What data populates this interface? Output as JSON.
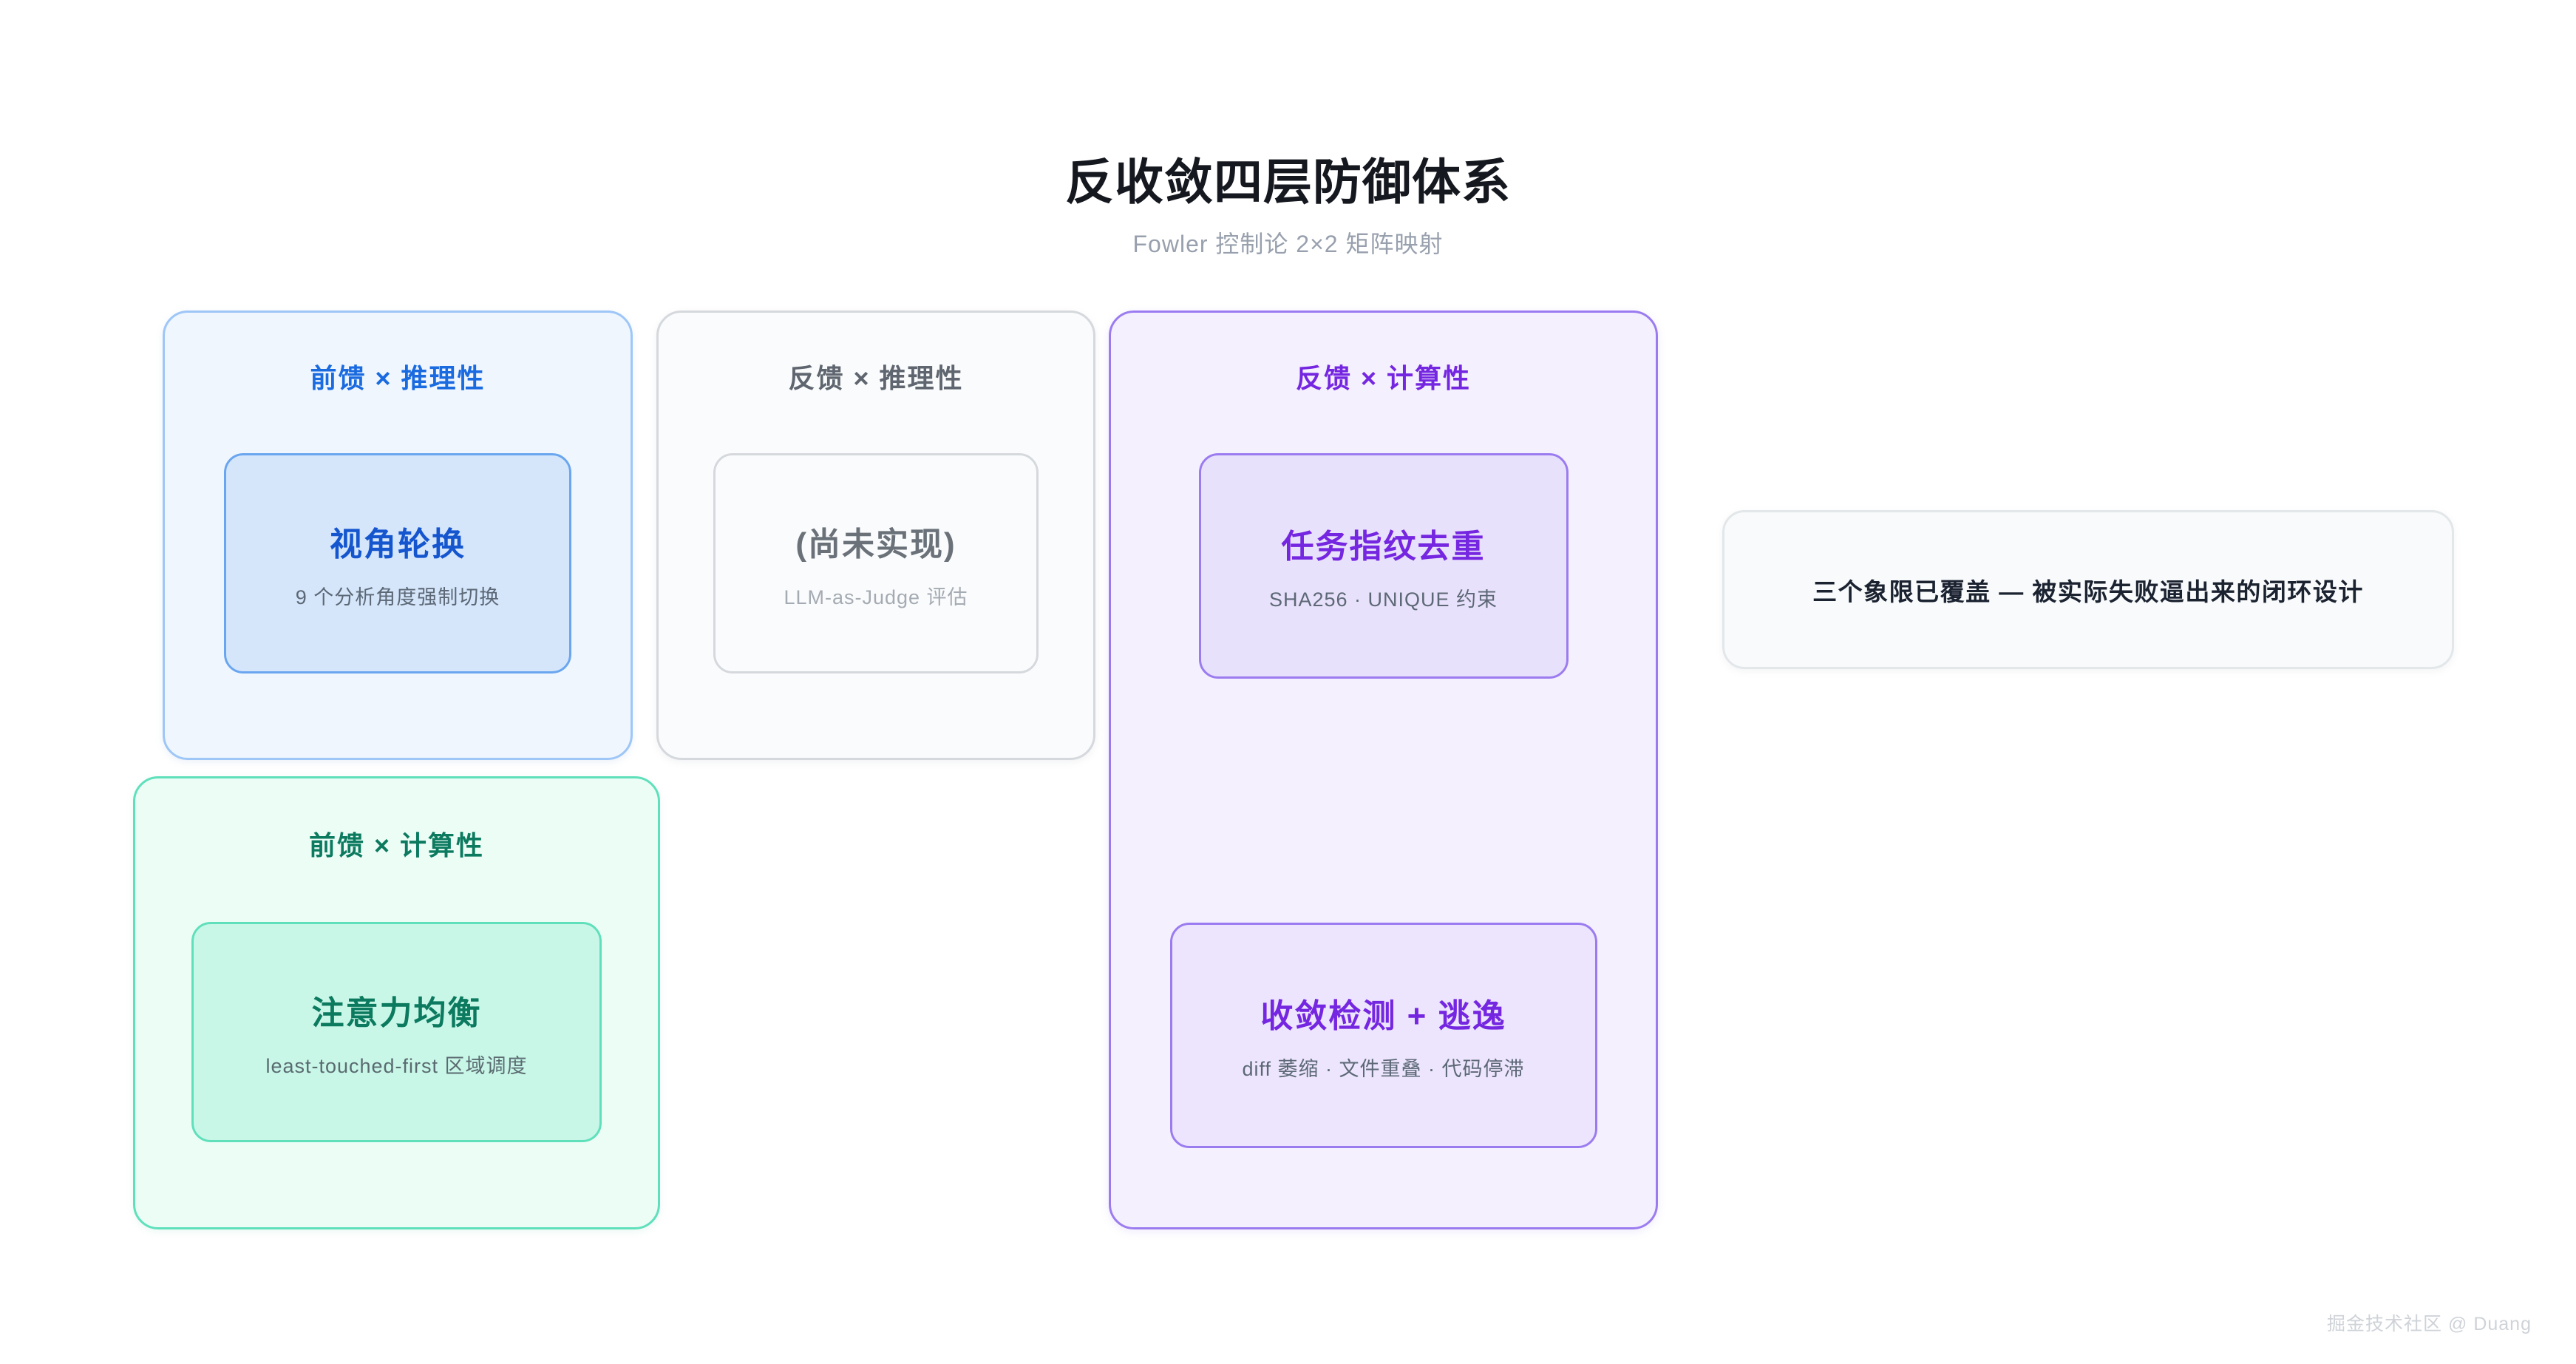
{
  "header": {
    "title": "反收敛四层防御体系",
    "subtitle": "Fowler 控制论 2×2 矩阵映射"
  },
  "quadrants": [
    {
      "id": "feedforward-reasoning",
      "title": "前馈 × 推理性",
      "accent": "#1a6ae0",
      "items": [
        {
          "title": "视角轮换",
          "subtitle": "9 个分析角度强制切换"
        }
      ]
    },
    {
      "id": "feedback-reasoning",
      "title": "反馈 × 推理性",
      "accent": "#5f666f",
      "items": [
        {
          "title": "(尚未实现)",
          "subtitle": "LLM-as-Judge 评估"
        }
      ]
    },
    {
      "id": "feedforward-computational",
      "title": "前馈 × 计算性",
      "accent": "#0c7a5f",
      "items": [
        {
          "title": "注意力均衡",
          "subtitle": "least-touched-first 区域调度"
        }
      ]
    },
    {
      "id": "feedback-computational",
      "title": "反馈 × 计算性",
      "accent": "#7526e0",
      "items": [
        {
          "title": "任务指纹去重",
          "subtitle": "SHA256 · UNIQUE 约束"
        },
        {
          "title": "收敛检测 + 逃逸",
          "subtitle": "diff 萎缩 · 文件重叠 · 代码停滞"
        }
      ]
    }
  ],
  "summary": {
    "text": "三个象限已覆盖 — 被实际失败逼出来的闭环设计"
  },
  "watermark": {
    "text": "掘金技术社区 @ Duang"
  },
  "colors": {
    "blue": "#1a6ae0",
    "gray": "#6a7179",
    "green": "#0b7a5e",
    "purple": "#7526e0",
    "background": "#ffffff"
  }
}
